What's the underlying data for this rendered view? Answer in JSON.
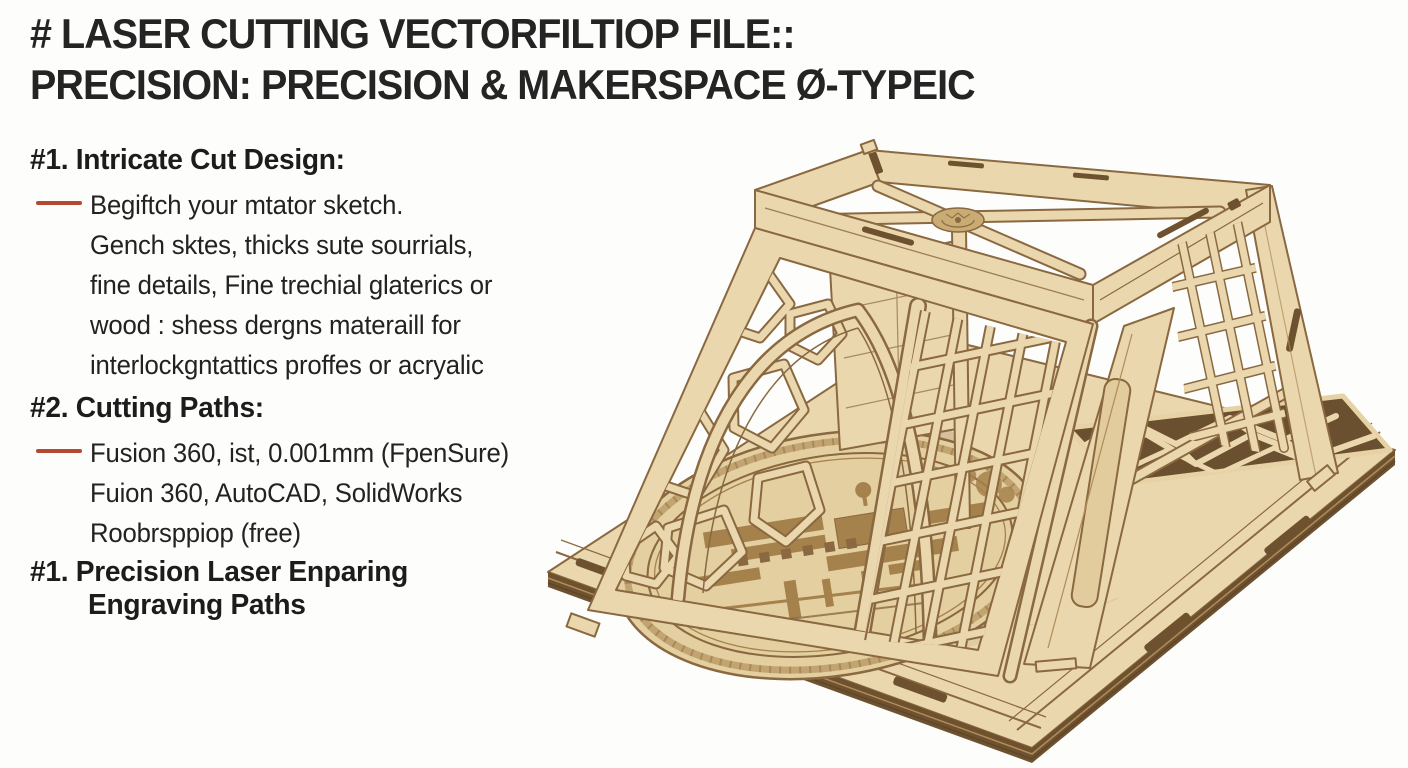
{
  "colors": {
    "background": "#fdfdfc",
    "text": "#1f1f1f",
    "accent_dash": "#b5492f",
    "wood_light": "#ead7ae",
    "wood_highlight": "#f2e4c4",
    "wood_mid": "#d9bf92",
    "wood_engrave_light": "#c9ab74",
    "wood_engrave": "#a5814b",
    "wood_dark": "#8a6840",
    "wood_deep": "#6e5230"
  },
  "title": {
    "line1": "# LASER CUTTING VECTORFILTIOP FILE::",
    "line2": "PRECISION: PRECISION & MAKERSPACE Ø-TYPEIC"
  },
  "sections": [
    {
      "heading": "#1. Intricate Cut Design:",
      "lines": [
        "Begiftch your mtator sketch.",
        "Gench sktes, thicks sute sourrials,",
        "fine details, Fine trechial glaterics or",
        "wood : shess dergns materaill for",
        "interlockgntattics proffes or acryalic"
      ]
    },
    {
      "heading": "#2. Cutting Paths:",
      "lines": [
        "Fusion 360, ist, 0.001mm (FpenSure)",
        "Fuion 360, AutoCAD, SolidWorks",
        "Roobrsppiop (free)"
      ]
    },
    {
      "heading_lines": [
        "#1. Precision Laser Enparing",
        "Engraving Paths"
      ]
    }
  ]
}
